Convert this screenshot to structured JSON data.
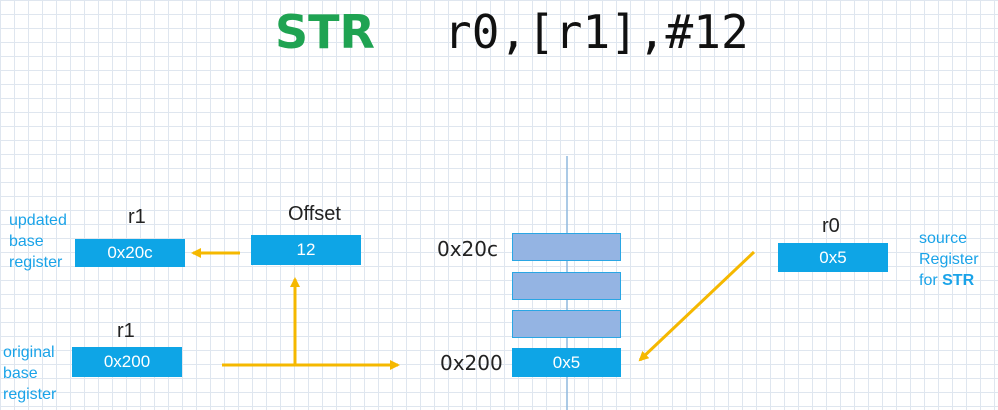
{
  "title": {
    "mnemonic": "STR",
    "operands": "r0,[r1],#12"
  },
  "registers": {
    "updated_r1": {
      "name": "r1",
      "value": "0x20c"
    },
    "offset": {
      "name": "Offset",
      "value": "12"
    },
    "original_r1": {
      "name": "r1",
      "value": "0x200"
    },
    "r0": {
      "name": "r0",
      "value": "0x5"
    }
  },
  "notes": {
    "updated": [
      "updated",
      "base",
      "register"
    ],
    "original": [
      "original",
      "base",
      "register"
    ],
    "source": [
      "source",
      "Register",
      "for",
      "STR"
    ]
  },
  "memory": {
    "top_address": "0x20c",
    "bottom_address": "0x200",
    "stored_value": "0x5"
  },
  "colors": {
    "mnemonic": "#1fa352",
    "register_box": "#0ea5e6",
    "memory_cell": "#94b4e3",
    "arrow": "#f5b800",
    "note_text": "#1aa3e8"
  }
}
